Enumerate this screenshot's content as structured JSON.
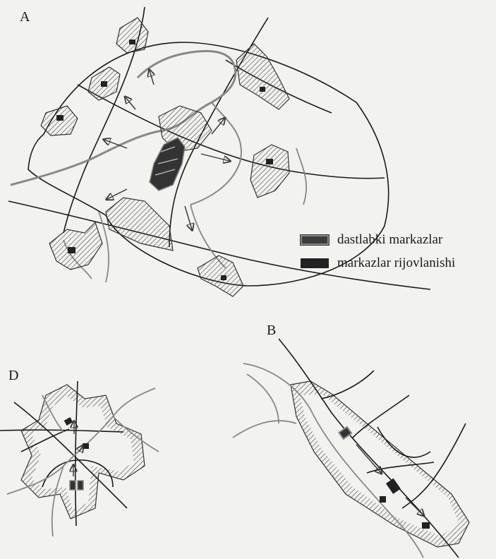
{
  "panels": {
    "a_label": "A",
    "b_label": "B",
    "d_label": "D"
  },
  "legend": {
    "initial_centers": "dastlabki markazlar",
    "center_growth": "markazlar rijovlanishi"
  }
}
